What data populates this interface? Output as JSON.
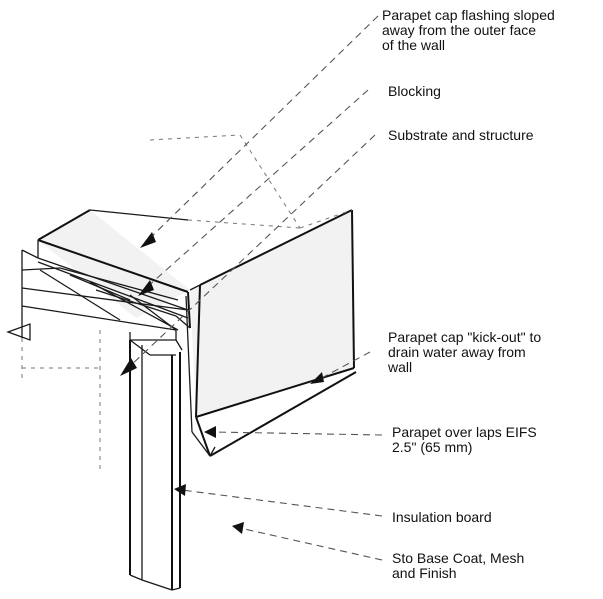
{
  "labels": {
    "cap_flashing": "Parapet cap flashing sloped\naway from the outer face\nof the wall",
    "blocking": "Blocking",
    "substrate": "Substrate and structure",
    "kick_out": "Parapet cap \"kick-out\" to\ndrain water away from\nwall",
    "overlap": "Parapet over laps EIFS\n2.5\" (65 mm)",
    "insulation": "Insulation board",
    "base_coat": "Sto Base Coat, Mesh\nand Finish"
  },
  "colors": {
    "line": "#1a1a1a",
    "text": "#111111",
    "background": "#ffffff"
  }
}
